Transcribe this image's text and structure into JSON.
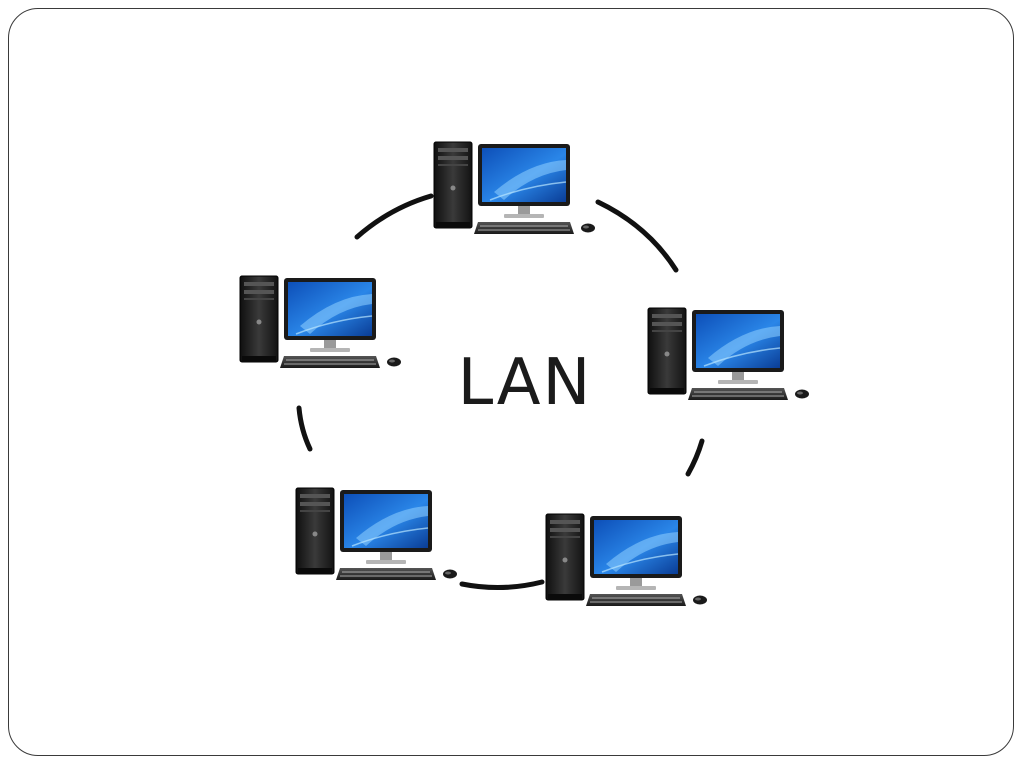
{
  "diagram": {
    "center_label": "LAN",
    "nodes": [
      {
        "id": "computer-top",
        "icon": "desktop-computer-icon"
      },
      {
        "id": "computer-right",
        "icon": "desktop-computer-icon"
      },
      {
        "id": "computer-bottom-right",
        "icon": "desktop-computer-icon"
      },
      {
        "id": "computer-bottom-left",
        "icon": "desktop-computer-icon"
      },
      {
        "id": "computer-left",
        "icon": "desktop-computer-icon"
      }
    ],
    "topology": "ring",
    "colors": {
      "ring": "#111111",
      "screen": "#1f6fd6",
      "tower": "#1c1c1c"
    }
  }
}
